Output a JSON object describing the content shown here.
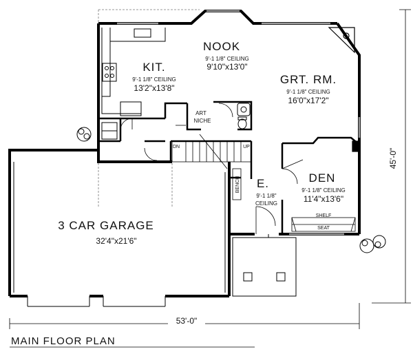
{
  "plan": {
    "title": "MAIN FLOOR PLAN",
    "overall_width": "53'-0\"",
    "overall_depth": "45'-0\""
  },
  "rooms": {
    "nook": {
      "name": "NOOK",
      "ceiling": "9'-1 1/8\" CEILING",
      "size": "9'10\"x13'0\""
    },
    "kit": {
      "name": "KIT.",
      "ceiling": "9'-1 1/8\" CEILING",
      "size": "13'2\"x13'8\""
    },
    "grt": {
      "name": "GRT. RM.",
      "ceiling": "9'-1 1/8\" CEILING",
      "size": "16'0\"x17'2\""
    },
    "den": {
      "name": "DEN",
      "ceiling": "9'-1 1/8\" CEILING",
      "size": "11'4\"x13'6\""
    },
    "entry": {
      "name": "E.",
      "ceiling_1": "9'-1 1/8\"",
      "ceiling_2": "CEILING"
    },
    "garage": {
      "name": "3 CAR GARAGE",
      "size": "32'4\"x21'6\""
    }
  },
  "labels": {
    "art_niche_1": "ART",
    "art_niche_2": "NICHE",
    "stair_dn": "DN",
    "stair_up": "UP",
    "bench": "BENCH",
    "shelf": "SHELF",
    "seat": "SEAT"
  }
}
